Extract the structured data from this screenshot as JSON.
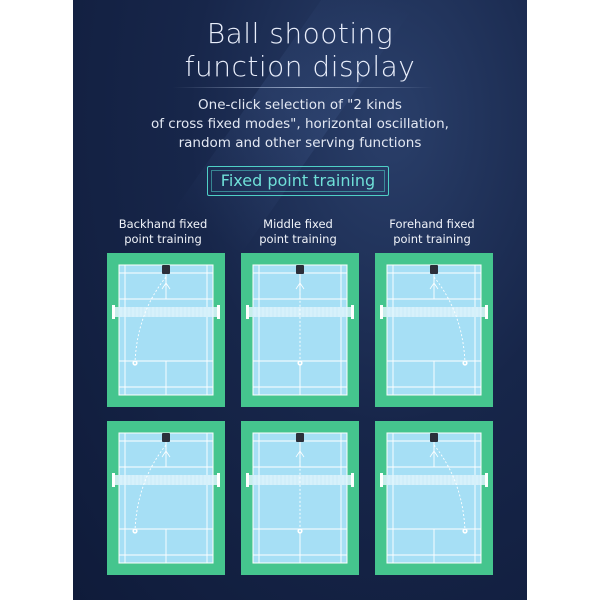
{
  "title_line1": "Ball shooting",
  "title_line2": "function display",
  "subtitle": "One-click selection of \"2 kinds\nof cross fixed modes\", horizontal oscillation,\nrandom and other serving functions",
  "mode_badge": "Fixed point training",
  "columns": [
    {
      "label_line1": "Backhand fixed",
      "label_line2": "point training",
      "landing": "backhand"
    },
    {
      "label_line1": "Middle fixed",
      "label_line2": "point training",
      "landing": "middle"
    },
    {
      "label_line1": "Forehand fixed",
      "label_line2": "point training",
      "landing": "forehand"
    }
  ],
  "colors": {
    "background": "#142347",
    "court_surround": "#45c58e",
    "court_surface": "#a6dff5",
    "court_lines": "#ffffff",
    "net": "#dff4fb",
    "badge": "#4fd0c6",
    "machine": "#2b2f3a"
  }
}
